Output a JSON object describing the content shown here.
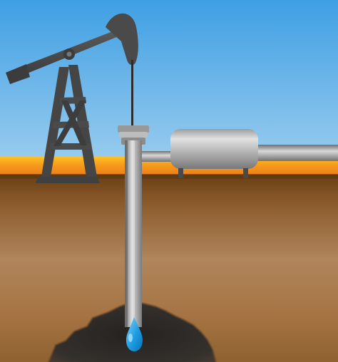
{
  "scene": {
    "elements": [
      "sky",
      "horizon-glow",
      "ground",
      "pumpjack",
      "wellhead",
      "vertical-pipe",
      "horizontal-pipe",
      "storage-tank",
      "oil-reservoir",
      "oil-droplet"
    ]
  },
  "colors": {
    "sky_top": "#3f9fe3",
    "sky_bottom": "#95c9ee",
    "horizon_orange": "#f07d14",
    "horizon_yellow": "#f8b21b",
    "ground_top": "#6a4016",
    "ground_mid": "#a77a4e",
    "ground_bottom": "#8f6130",
    "pumpjack_dark": "#3a3a3a",
    "pumpjack_mid": "#4d4d4d",
    "pipe_light": "#d8d8d8",
    "pipe_mid": "#a9a9a9",
    "pipe_dark": "#6d6d6d",
    "tank_light": "#d9d9d9",
    "tank_dark": "#7d7d7d",
    "reservoir": "#2f2b28",
    "droplet": "#1e9ce1"
  }
}
